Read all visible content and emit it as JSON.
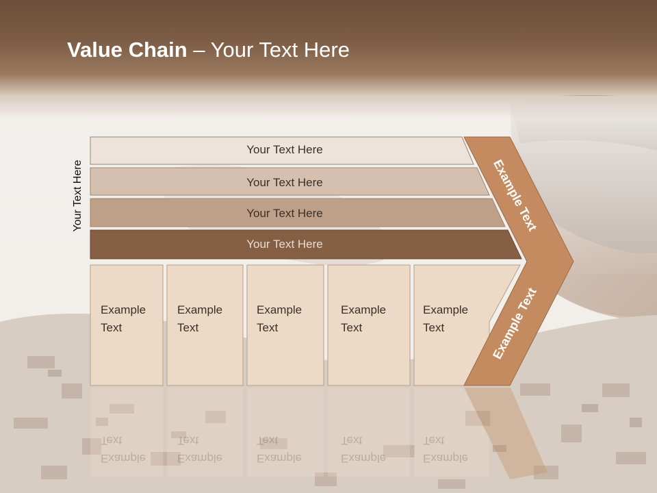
{
  "slide": {
    "title_bold": "Value Chain",
    "title_rest": " – Your Text Here",
    "side_label": "Your Text Here"
  },
  "bars": [
    {
      "label": "Your Text Here",
      "color": "#ede3db"
    },
    {
      "label": "Your Text Here",
      "color": "#d5bfae"
    },
    {
      "label": "Your Text Here",
      "color": "#bea089"
    },
    {
      "label": "Your Text Here",
      "color": "#845f44"
    }
  ],
  "boxes": [
    {
      "line1": "Example",
      "line2": "Text"
    },
    {
      "line1": "Example",
      "line2": "Text"
    },
    {
      "line1": "Example",
      "line2": "Text"
    },
    {
      "line1": "Example",
      "line2": "Text"
    },
    {
      "line1": "Example",
      "line2": "Text"
    }
  ],
  "chevron": {
    "upper_label": "Example Text",
    "lower_label": "Example Text",
    "color": "#c38b5f"
  },
  "colors": {
    "header": "#7d5d45",
    "box_fill": "#ecd9c6",
    "box_border": "#b89e88"
  }
}
